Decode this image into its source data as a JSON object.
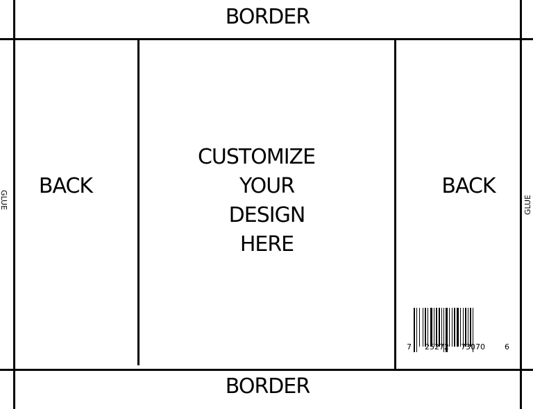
{
  "panels": {
    "top_border": "BORDER",
    "bottom_border": "BORDER",
    "left_back": "BACK",
    "right_back": "BACK",
    "center_lines": [
      "CUSTOMIZE",
      "YOUR",
      "DESIGN",
      "HERE"
    ],
    "left_glue": "GLUE",
    "right_glue": "GLUE"
  },
  "barcode": {
    "digits": [
      "7",
      "25272",
      "73070",
      "6"
    ]
  }
}
